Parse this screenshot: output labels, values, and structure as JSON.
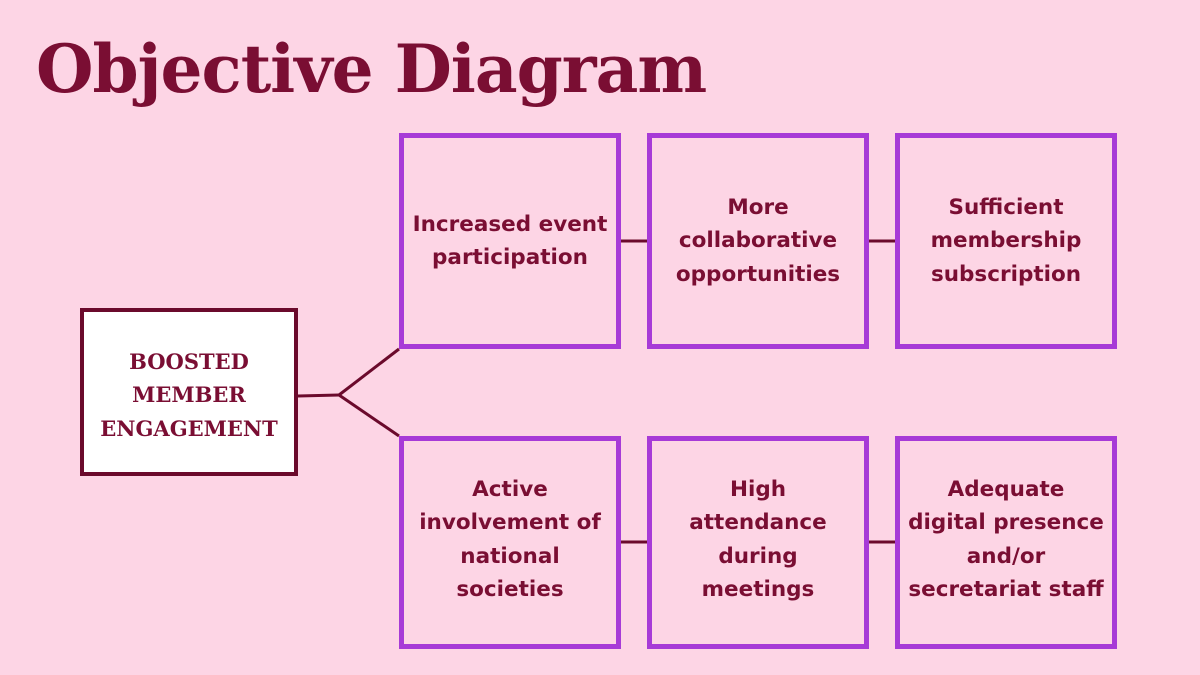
{
  "title": "Objective Diagram",
  "root": {
    "label": "BOOSTED MEMBER ENGAGEMENT"
  },
  "rows": [
    {
      "nodes": [
        {
          "label": "Increased event participation"
        },
        {
          "label": "More collaborative opportunities"
        },
        {
          "label": "Sufficient membership subscription"
        }
      ]
    },
    {
      "nodes": [
        {
          "label": "Active involvement of national societies"
        },
        {
          "label": "High attendance during meetings"
        },
        {
          "label": "Adequate digital presence and/or secretariat staff"
        }
      ]
    }
  ],
  "colors": {
    "background": "#fdd5e5",
    "title": "#7a0e33",
    "root_border": "#6b0a2c",
    "node_border": "#a73ad7",
    "connector": "#6b0a2c"
  }
}
